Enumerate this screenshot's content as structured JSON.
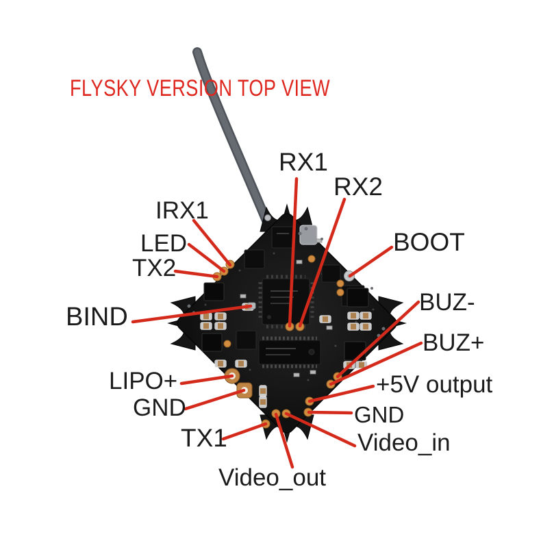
{
  "title": {
    "text": "FLYSKY VERSION TOP VIEW"
  },
  "colors": {
    "title_red": "#de2820",
    "leader_line_red": "#d42a1c",
    "label_black": "#1b1b1b",
    "pcb_black": "#161616",
    "pad_orange": "#d28c3f"
  },
  "pin_labels": [
    {
      "id": "rx1",
      "text": "RX1"
    },
    {
      "id": "rx2",
      "text": "RX2"
    },
    {
      "id": "irx1",
      "text": "IRX1"
    },
    {
      "id": "led",
      "text": "LED"
    },
    {
      "id": "tx2",
      "text": "TX2"
    },
    {
      "id": "boot",
      "text": "BOOT"
    },
    {
      "id": "bind",
      "text": "BIND"
    },
    {
      "id": "buz_minus",
      "text": "BUZ-"
    },
    {
      "id": "buz_plus",
      "text": "BUZ+"
    },
    {
      "id": "lipo_plus",
      "text": "LIPO+"
    },
    {
      "id": "gnd_left",
      "text": "GND"
    },
    {
      "id": "plus5v_output",
      "text": "+5V output"
    },
    {
      "id": "gnd_right",
      "text": "GND"
    },
    {
      "id": "video_in",
      "text": "Video_in"
    },
    {
      "id": "tx1",
      "text": "TX1"
    },
    {
      "id": "video_out",
      "text": "Video_out"
    }
  ]
}
